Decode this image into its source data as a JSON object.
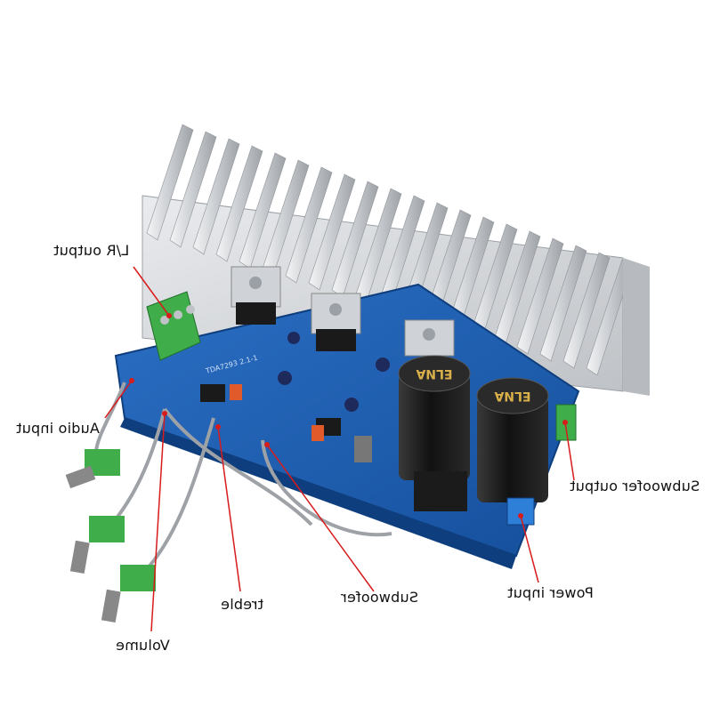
{
  "labels": {
    "lr_output": "L/R output",
    "audio_input": "Audio input",
    "subwoofer_output": "Subwoofer output",
    "power_input": "Power input",
    "subwoofer": "Subwoofer",
    "treble": "treble",
    "volume": "Volume"
  },
  "chip_text": "TDA7293 2.1-1",
  "capacitor_text": "ELNA",
  "colors": {
    "board": "#1e5fb4",
    "heatsink": "#d7d9dc",
    "leader": "#d81b1b",
    "terminal": "#3fae4a"
  }
}
